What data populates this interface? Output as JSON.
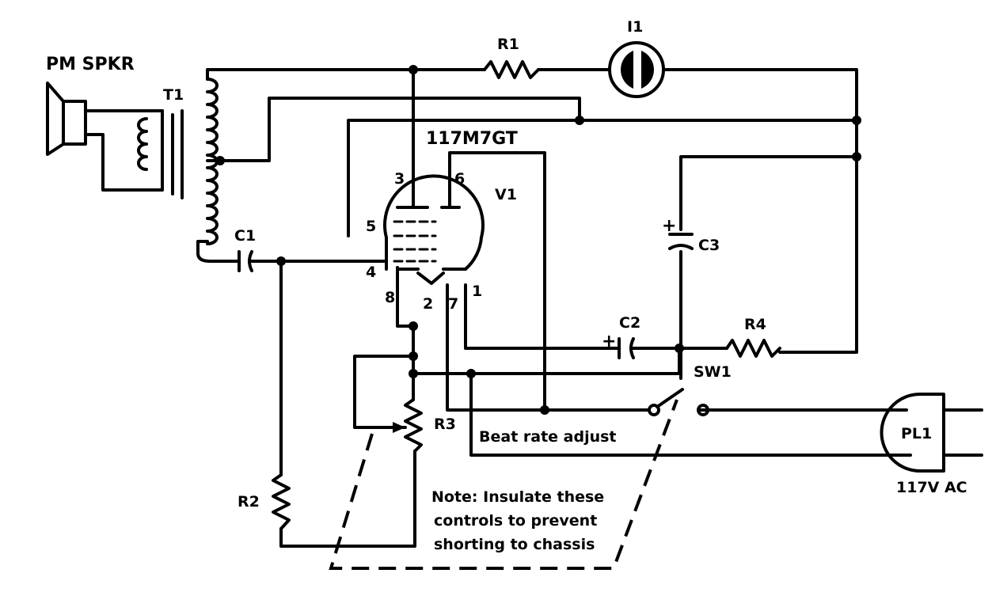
{
  "labels": {
    "speaker": "PM SPKR",
    "transformer": "T1",
    "r1": "R1",
    "i1": "I1",
    "tube_type": "117M7GT",
    "tube": "V1",
    "c1": "C1",
    "c2": "C2",
    "c3": "C3",
    "r2": "R2",
    "r3": "R3",
    "r4": "R4",
    "sw1": "SW1",
    "pl1": "PL1",
    "ac": "117V AC",
    "pin3": "3",
    "pin6": "6",
    "pin5": "5",
    "pin4": "4",
    "pin8": "8",
    "pin2": "2",
    "pin7": "7",
    "pin1": "1",
    "plus_c2": "+",
    "plus_c3": "+",
    "beat_rate": "Beat rate adjust"
  },
  "note": {
    "line1": "Note:  Insulate these",
    "line2": "controls to prevent",
    "line3": "shorting to chassis"
  }
}
